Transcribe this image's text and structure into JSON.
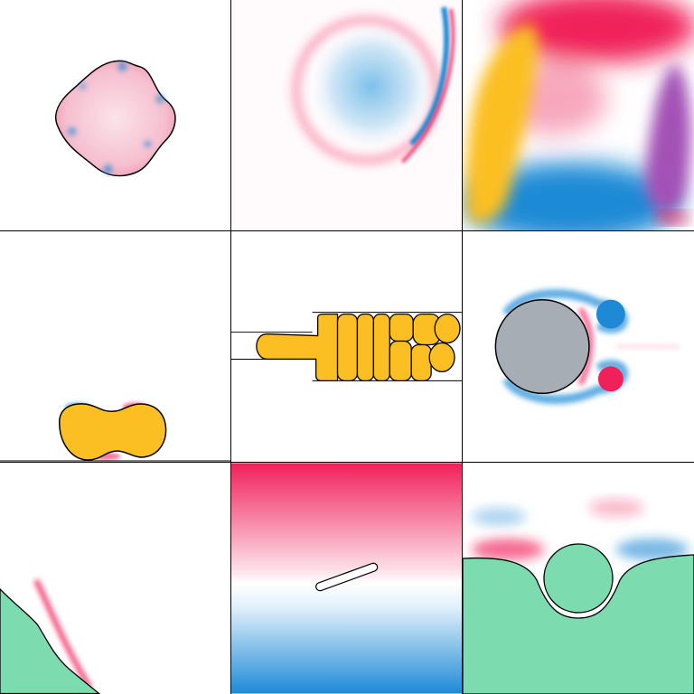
{
  "colors": {
    "red": "#f0205a",
    "blue": "#1e8ad6",
    "yellow": "#fbbf24",
    "purple": "#a351b5",
    "gray": "#a6adb4",
    "green": "#7cdcb0",
    "outline": "#000000",
    "background": "#ffffff"
  },
  "panels": [
    {
      "name": "droplet-panel",
      "row": 1,
      "column": 1
    },
    {
      "name": "lid-driven-cavity-panel",
      "row": 1,
      "column": 2
    },
    {
      "name": "color-mixing-panel",
      "row": 1,
      "column": 3
    },
    {
      "name": "bouncing-drop-panel",
      "row": 2,
      "column": 1
    },
    {
      "name": "particles-in-channel-panel",
      "row": 2,
      "column": 2
    },
    {
      "name": "flow-past-cylinder-panel",
      "row": 2,
      "column": 3
    },
    {
      "name": "dam-break-panel",
      "row": 3,
      "column": 1
    },
    {
      "name": "stratified-shear-panel",
      "row": 3,
      "column": 2
    },
    {
      "name": "floating-body-panel",
      "row": 3,
      "column": 3
    }
  ]
}
